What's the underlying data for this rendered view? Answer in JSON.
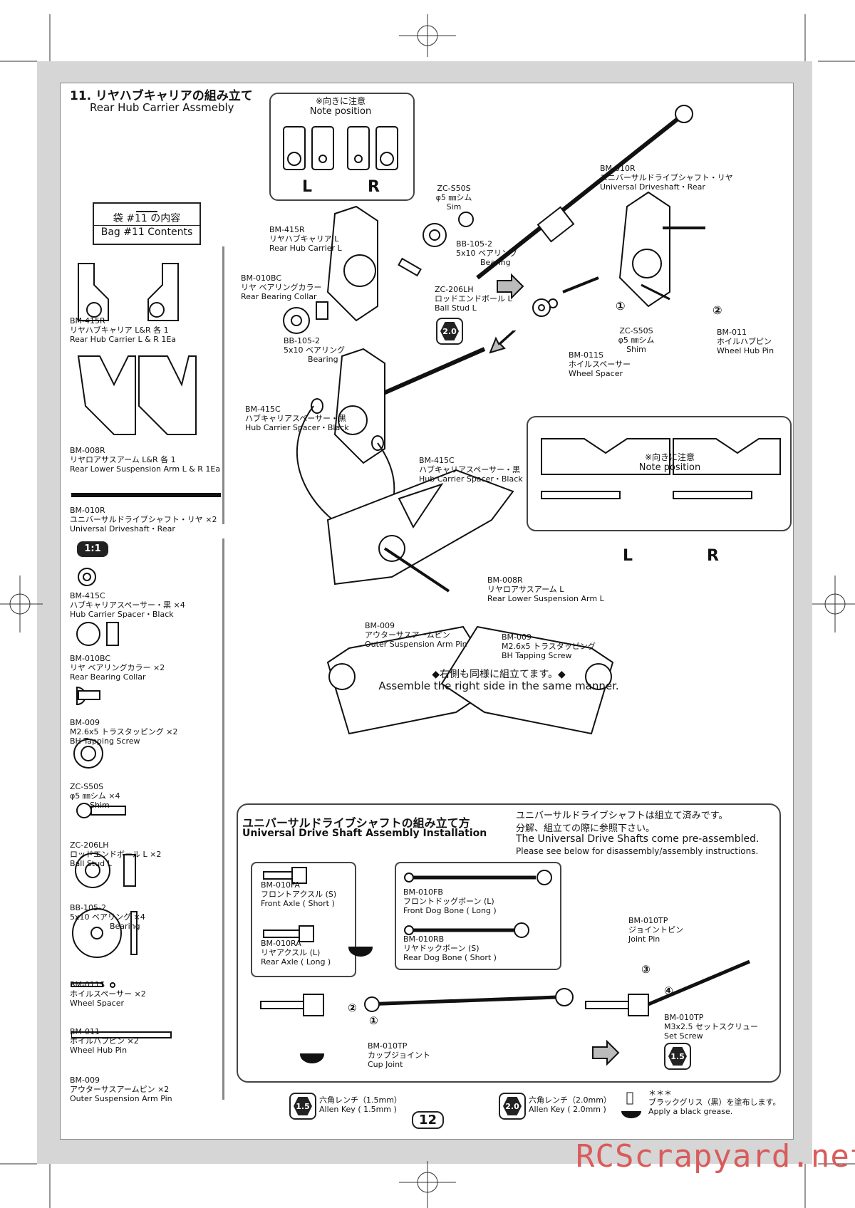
{
  "step": {
    "title_jp": "11. リヤハブキャリアの組み立て",
    "title_en": "Rear Hub Carrier Assmebly"
  },
  "bag": {
    "line1": "袋 #11 の内容",
    "line2": "Bag #11 Contents"
  },
  "bag_items": [
    {
      "code": "BM-415R",
      "jp": "リヤハブキャリア L&R 各 1",
      "en": "Rear Hub Carrier L & R 1Ea"
    },
    {
      "code": "BM-008R",
      "jp": "リヤロアサスアーム L&R 各 1",
      "en": "Rear Lower Suspension Arm L & R 1Ea"
    },
    {
      "code": "BM-010R",
      "jp": "ユニバーサルドライブシャフト・リヤ ×2",
      "en": "Universal Driveshaft・Rear"
    },
    {
      "code": "BM-415C",
      "jp": "ハブキャリアスペーサー・黒 ×4",
      "en": "Hub Carrier Spacer・Black"
    },
    {
      "code": "BM-010BC",
      "jp": "リヤ ベアリングカラー ×2",
      "en": "Rear Bearing Collar"
    },
    {
      "code": "BM-009",
      "jp": "M2.6x5 トラスタッピング ×2",
      "en": "BH Tapping Screw"
    },
    {
      "code": "ZC-S50S",
      "jp": "φ5 ㎜シム ×4",
      "en": "Shim"
    },
    {
      "code": "ZC-206LH",
      "jp": "ロッドエンドボール L ×2",
      "en": "Ball Stud L"
    },
    {
      "code": "BB-105-2",
      "jp": "5x10 ベアリング ×4",
      "en": "Bearing"
    },
    {
      "code": "BM-011S",
      "jp": "ホイルスペーサー ×2",
      "en": "Wheel Spacer"
    },
    {
      "code": "BM-011",
      "jp": "ホイルハブピン ×2",
      "en": "Wheel Hub Pin"
    },
    {
      "code": "BM-009",
      "jp": "アウターサスアームピン ×2",
      "en": "Outer Suspension Arm Pin"
    }
  ],
  "scale_badge": "1:1",
  "note_position": {
    "jp": "※向きに注意",
    "en": "Note position",
    "left": "L",
    "right": "R"
  },
  "callouts": {
    "bm010r": {
      "code": "BM-010R",
      "jp": "ユニバーサルドライブシャフト・リヤ",
      "en": "Universal Driveshaft・Rear"
    },
    "zcs50s_a": {
      "code": "ZC-S50S",
      "jp": "φ5 ㎜シム",
      "en": "Sim"
    },
    "bm415r": {
      "code": "BM-415R",
      "jp": "リヤハブキャリア L",
      "en": "Rear Hub Carrier L"
    },
    "bb1052_a": {
      "code": "BB-105-2",
      "jp": "5x10 ベアリング",
      "en": "Bearing"
    },
    "bm010bc": {
      "code": "BM-010BC",
      "jp": "リヤ ベアリングカラー",
      "en": "Rear Bearing Collar"
    },
    "zc206lh": {
      "code": "ZC-206LH",
      "jp": "ロッドエンドボール L",
      "en": "Ball Stud L"
    },
    "bb1052_b": {
      "code": "BB-105-2",
      "jp": "5x10 ベアリング",
      "en": "Bearing"
    },
    "zcs50s_b": {
      "code": "ZC-S50S",
      "jp": "φ5 ㎜シム",
      "en": "Shim"
    },
    "bm011": {
      "code": "BM-011",
      "jp": "ホイルハブピン",
      "en": "Wheel Hub Pin"
    },
    "bm011s": {
      "code": "BM-011S",
      "jp": "ホイルスペーサー",
      "en": "Wheel Spacer"
    },
    "bm415c_a": {
      "code": "BM-415C",
      "jp": "ハブキャリアスペーサー・黒",
      "en": "Hub Carrier Spacer・Black"
    },
    "bm415c_b": {
      "code": "BM-415C",
      "jp": "ハブキャリアスペーサー・黒",
      "en": "Hub Carrier Spacer・Black"
    },
    "bm008r": {
      "code": "BM-008R",
      "jp": "リヤロアサスアーム L",
      "en": "Rear Lower Suspension Arm L"
    },
    "bm009_pin": {
      "code": "BM-009",
      "jp": "アウターサスアームピン",
      "en": "Outer Suspension Arm Pin"
    },
    "bm009_screw": {
      "code": "BM-009",
      "jp": "M2.6x5 トラスタッピング",
      "en": "BH Tapping Screw"
    }
  },
  "same_manner": {
    "jp": "◆右側も同様に組立てます。◆",
    "en": "Assemble the right side in the same manner."
  },
  "uds": {
    "title_jp": "ユニバーサルドライブシャフトの組み立て方",
    "title_en": "Universal Drive Shaft Assembly Installation",
    "note_jp1": "ユニバーサルドライブシャフトは組立て済みです。",
    "note_jp2": "分解、組立ての際に参照下さい。",
    "note_en1": "The Universal Drive Shafts come pre-assembled.",
    "note_en2": "Please see below for disassembly/assembly instructions.",
    "fa": {
      "code": "BM-010FA",
      "jp": "フロントアクスル (S)",
      "en": "Front Axle ( Short )"
    },
    "ra": {
      "code": "BM-010RA",
      "jp": "リヤアクスル (L)",
      "en": "Rear Axle ( Long )"
    },
    "fb": {
      "code": "BM-010FB",
      "jp": "フロントドッグボーン (L)",
      "en": "Front Dog Bone ( Long )"
    },
    "rb": {
      "code": "BM-010RB",
      "jp": "リヤドックボーン (S)",
      "en": "Rear Dog Bone ( Short )"
    },
    "cup": {
      "code": "BM-010TP",
      "jp": "カップジョイント",
      "en": "Cup Joint"
    },
    "jpin": {
      "code": "BM-010TP",
      "jp": "ジョイントピン",
      "en": "Joint Pin"
    },
    "setscrew": {
      "code": "BM-010TP",
      "jp": "M3x2.5 セットスクリュー",
      "en": "Set Screw"
    }
  },
  "tools": {
    "allen15": {
      "badge": "1.5",
      "jp": "六角レンチ（1.5mm）",
      "en": "Allen Key ( 1.5mm )"
    },
    "allen20": {
      "badge": "2.0",
      "jp": "六角レンチ（2.0mm）",
      "en": "Allen Key ( 2.0mm )"
    },
    "grease": {
      "stars": "＊＊＊",
      "jp": "ブラックグリス（黒）を塗布します。",
      "en": "Apply a black grease."
    }
  },
  "steps_numbers": [
    "①",
    "②",
    "③",
    "④"
  ],
  "page_number": "12",
  "watermark": "RCScrapyard.net"
}
